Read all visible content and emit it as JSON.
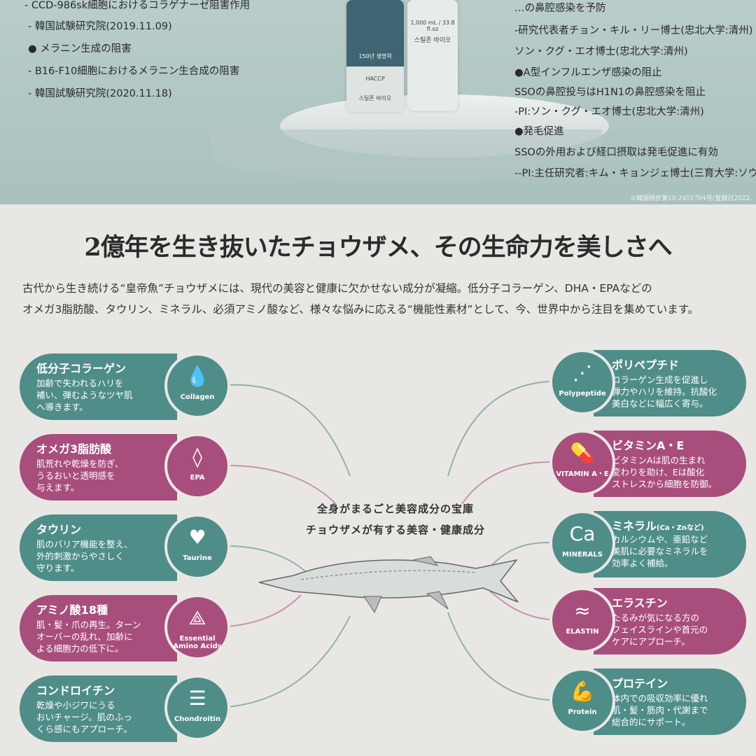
{
  "top_left_lines": [
    "- CCD-986sk細胞におけるコラゲナーゼ阻害作用",
    "- 韓国試験研究院(2019.11.09)",
    "● メラニン生成の阻害",
    "- B16-F10細胞におけるメラニン生合成の阻害",
    "- 韓国試験研究院(2020.11.18)"
  ],
  "top_right_lines": [
    "…の鼻腔感染を予防",
    "-研究代表者チョン・キル・リー博士(忠北大学:清州)",
    "ソン・クグ・エオ博士(忠北大学:清州)",
    "●A型インフルエンザ感染の阻止",
    "SSOの鼻腔投与はH1N1の鼻腔感染を阻止",
    "-PI:ソン・クグ・エオ博士(忠北大学:清州)",
    "●発毛促進",
    "SSOの外用および経口摂取は発毛促進に有効",
    "--PI:主任研究者:キム・キョンジェ博士(三育大学:ソウル)"
  ],
  "product": {
    "label1": "150년 생명력",
    "label2": "스틸존 바이오",
    "volume": "1,000 mL / 33.8 fl.oz",
    "haccp": "HACCP"
  },
  "patent": "※韓国特許第10-2451704号(登録日2022.",
  "headline": "2億年を生き抜いたチョウザメ、その生命力を美しさへ",
  "paragraph": [
    "古代から生き続ける“皇帝魚”チョウザメには、現代の美容と健康に欠かせない成分が凝縮。低分子コラーゲン、DHA・EPAなどの",
    "オメガ3脂肪酸、タウリン、ミネラル、必須アミノ酸など、様々な悩みに応える“機能性素材”として、今、世界中から注目を集めています。"
  ],
  "center": {
    "line1": "全身がまるごと美容成分の宝庫",
    "line2": "チョウザメが有する美容・健康成分"
  },
  "colors": {
    "teal": "#4f8d88",
    "magenta": "#a84e7c",
    "background": "#e9e7e4"
  },
  "left_items": [
    {
      "title": "低分子コラーゲン",
      "desc": [
        "加齢で失われるハリを",
        "補い、弾むようなツヤ肌",
        "へ導きます。"
      ],
      "label": "Collagen",
      "icon": "drop-sparkle-icon",
      "color": "teal"
    },
    {
      "title": "オメガ3脂肪酸",
      "desc": [
        "肌荒れや乾燥を防ぎ、",
        "うるおいと透明感を",
        "与えます。"
      ],
      "label": "EPA",
      "icon": "drop-outline-icon",
      "color": "magenta"
    },
    {
      "title": "タウリン",
      "desc": [
        "肌のバリア機能を整え、",
        "外的刺激からやさしく",
        "守ります。"
      ],
      "label": "Taurine",
      "icon": "heart-plus-icon",
      "color": "teal"
    },
    {
      "title": "アミノ酸18種",
      "desc": [
        "肌・髪・爪の再生。ターン",
        "オーバーの乱れ、加齢に",
        "よる細胞力の低下に。"
      ],
      "label": "Essential Amino Acids",
      "icon": "molecule-triangle-icon",
      "color": "magenta"
    },
    {
      "title": "コンドロイチン",
      "desc": [
        "乾燥や小ジワにうる",
        "おいチャージ。肌のふっ",
        "くら感にもアプローチ。"
      ],
      "label": "Chondroitin",
      "icon": "spine-icon",
      "color": "teal"
    }
  ],
  "right_items": [
    {
      "title": "ポリペプチド",
      "note": "",
      "desc": [
        "コラーゲン生成を促進し",
        "弾力やハリを維持。抗酸化",
        "美白などに幅広く寄与。"
      ],
      "label": "Polypeptide",
      "icon": "share-nodes-icon",
      "color": "teal"
    },
    {
      "title": "ビタミンA・E",
      "note": "",
      "desc": [
        "ビタミンAは肌の生まれ",
        "変わりを助け、Eは酸化",
        "ストレスから細胞を防御。"
      ],
      "label": "VITAMIN A・E",
      "icon": "capsule-icon",
      "color": "magenta"
    },
    {
      "title": "ミネラル",
      "note": "(Ca・Znなど)",
      "desc": [
        "カルシウムや、亜鉛など",
        "美肌に必要なミネラルを",
        "効率よく補給。"
      ],
      "label": "MINERALS",
      "icon": "ca-zn-icon",
      "color": "teal"
    },
    {
      "title": "エラスチン",
      "note": "",
      "desc": [
        "たるみが気になる方の",
        "フェイスラインや首元の",
        "ケアにアプローチ。"
      ],
      "label": "ELASTIN",
      "icon": "wave-circle-icon",
      "color": "magenta"
    },
    {
      "title": "プロテイン",
      "note": "",
      "desc": [
        "体内での吸収効率に優れ",
        "肌・髪・筋肉・代謝まで",
        "総合的にサポート。"
      ],
      "label": "Protein",
      "icon": "muscle-arm-icon",
      "color": "teal"
    }
  ]
}
